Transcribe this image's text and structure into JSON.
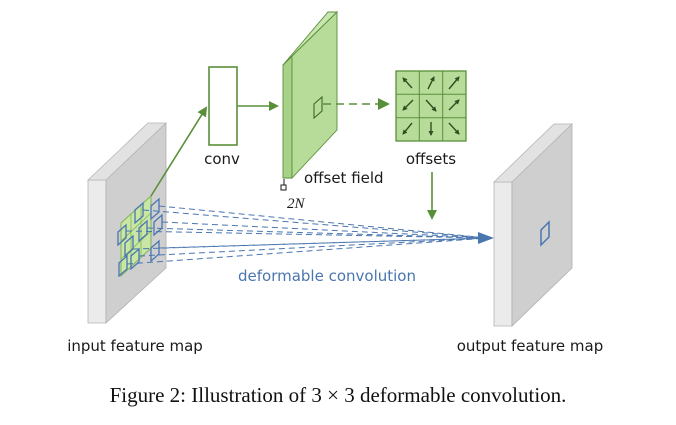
{
  "figure": {
    "caption": "Figure 2: Illustration of 3 × 3 deformable convolution.",
    "labels": {
      "conv": "conv",
      "offset_field": "offset field",
      "two_n": "2N",
      "offsets": "offsets",
      "deformable_convolution": "deformable convolution",
      "input_feature_map": "input feature map",
      "output_feature_map": "output feature map"
    },
    "colors": {
      "green_fill": "#b7dc9a",
      "green_stroke": "#5a8f3a",
      "blue": "#4a76b0",
      "gray_face": "#cfcfcf",
      "gray_side": "#ebebeb"
    },
    "offset_arrow_icons": [
      "arrow-up-left-icon",
      "arrow-up-right-icon",
      "arrow-up-right-icon",
      "arrow-down-left-icon",
      "arrow-down-right-icon",
      "arrow-up-right-icon",
      "arrow-down-left-icon",
      "arrow-down-icon",
      "arrow-down-right-icon"
    ]
  }
}
